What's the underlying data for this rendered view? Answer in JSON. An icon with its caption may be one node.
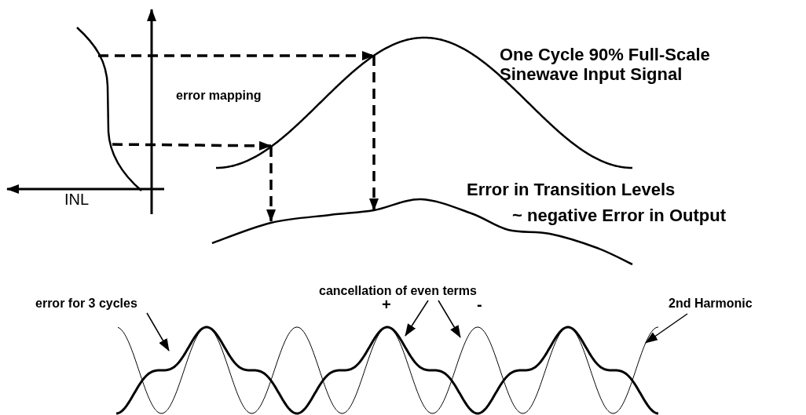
{
  "diagram": {
    "nodes": [
      {
        "text": [],
        "shape": "curve"
      },
      {
        "text": [],
        "shape": "curve"
      },
      {
        "text": [],
        "shape": "curve"
      },
      {
        "text": [
          "error for 3 cycles"
        ]
      },
      {
        "text": [
          "cancellation of even terms"
        ]
      },
      {
        "text": [
          "2nd Harmonic"
        ]
      },
      {
        "text": [],
        "shape": "curve"
      },
      {
        "text": [],
        "shape": "curve"
      }
    ],
    "edges": [
      {
        "from": 0,
        "to": 1,
        "arrow": "to",
        "style": "dashed"
      },
      {
        "from": 0,
        "to": 1,
        "arrow": "to",
        "style": "dashed"
      },
      {
        "from": 1,
        "to": 2,
        "arrow": "to",
        "style": "dashed"
      },
      {
        "from": 1,
        "to": 2,
        "arrow": "to",
        "style": "dashed"
      },
      {
        "from": 3,
        "to": 6,
        "arrow": "to"
      },
      {
        "from": 4,
        "to": 6,
        "arrow": "to"
      },
      {
        "from": 4,
        "to": 7,
        "arrow": "to"
      },
      {
        "from": 5,
        "to": 7,
        "arrow": "to"
      }
    ],
    "labels": [
      "One Cycle 90% Full-Scale Sinewave Input Signal",
      "error mapping",
      "Error in Transition Levels",
      "~ negative Error in Output",
      "INL",
      "+",
      "-"
    ]
  }
}
